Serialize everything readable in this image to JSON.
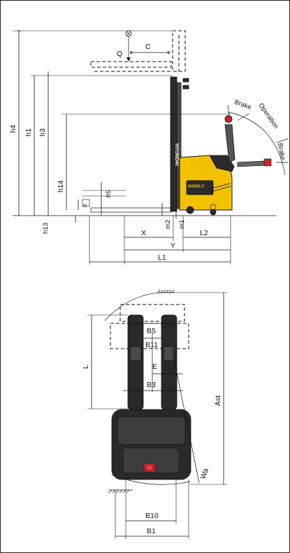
{
  "side_view": {
    "labels": {
      "h4": "h4",
      "h1": "h1",
      "h3": "h3",
      "h14": "h14",
      "h13": "h13",
      "h5": "h5",
      "s": "s",
      "m1": "m1",
      "m2": "m2",
      "Q": "Q",
      "C": "C",
      "X": "X",
      "Y": "Y",
      "L1": "L1",
      "L2": "L2"
    },
    "tiller_labels": {
      "brake_top": "Brake",
      "operation": "Operation",
      "brake_bottom": "Brake"
    },
    "mast_text": "HYUNDAI",
    "model_text": "HSWS-7"
  },
  "top_view": {
    "labels": {
      "B5": "B5",
      "B11": "B11",
      "E": "E",
      "B3": "B3",
      "L": "L",
      "Ast": "Ast",
      "Wa": "Wa",
      "B10": "B10",
      "B1": "B1"
    }
  },
  "colors": {
    "body": "#f2c200",
    "chassis": "#2a2a2a",
    "outline": "#111111"
  }
}
